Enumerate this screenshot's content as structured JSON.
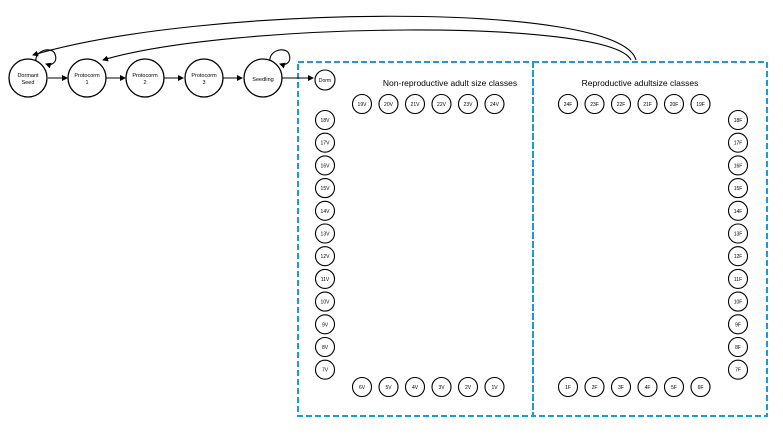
{
  "colors": {
    "panel_border": "#1a9ad6",
    "stroke": "#000000"
  },
  "life_stages": [
    {
      "id": "dormant",
      "line1": "Dormant",
      "line2": "Seed"
    },
    {
      "id": "p1",
      "line1": "Protocorm",
      "line2": "1"
    },
    {
      "id": "p2",
      "line1": "Protocorm",
      "line2": "2"
    },
    {
      "id": "p3",
      "line1": "Protocorm",
      "line2": "3"
    },
    {
      "id": "seedling",
      "line1": "Seedling",
      "line2": ""
    }
  ],
  "panels": {
    "nonrepro_title": "Non-reproductive adult size classes",
    "repro_title": "Reproductive adultsize classes"
  },
  "dorm_label": "Dorm",
  "veg_top": [
    "19V",
    "20V",
    "21V",
    "22V",
    "23V",
    "24V"
  ],
  "veg_left": [
    "18V",
    "17V",
    "16V",
    "15V",
    "14V",
    "13V",
    "12V",
    "11V",
    "10V",
    "9V",
    "8V",
    "7V"
  ],
  "veg_bottom": [
    "6V",
    "5V",
    "4V",
    "3V",
    "2V",
    "1V"
  ],
  "flw_top": [
    "24F",
    "23F",
    "22F",
    "21F",
    "20F",
    "19F"
  ],
  "flw_right": [
    "18F",
    "17F",
    "16F",
    "15F",
    "14F",
    "13F",
    "12F",
    "11F",
    "10F",
    "9F",
    "8F",
    "7F"
  ],
  "flw_bottom": [
    "1F",
    "2F",
    "3F",
    "4F",
    "5F",
    "6F"
  ]
}
